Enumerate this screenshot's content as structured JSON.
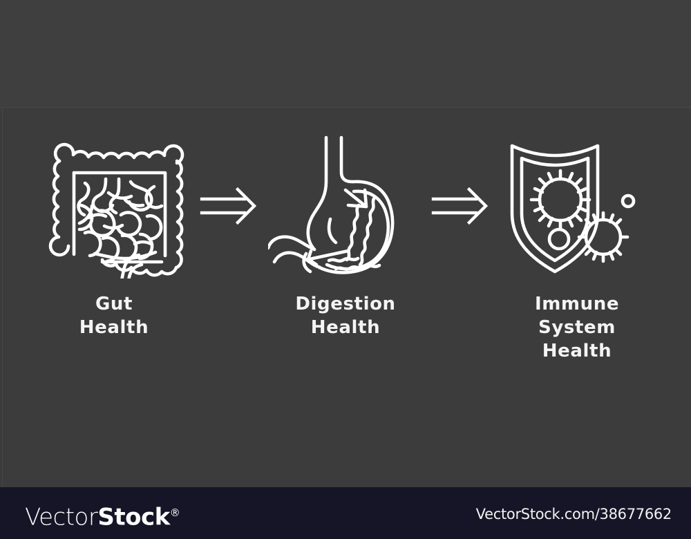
{
  "theme": {
    "background": "#3d3d3d",
    "top_band": "#3f3f3f",
    "stroke": "#ffffff",
    "label_color": "#f4f4f4",
    "footer_background": "#151527",
    "footer_text": "#ffffff"
  },
  "steps": [
    {
      "id": "gut-health",
      "icon": "intestine-icon",
      "label": "Gut\nHealth",
      "line1": "Gut",
      "line2": "Health"
    },
    {
      "id": "digestion-health",
      "icon": "stomach-icon",
      "label": "Digestion\nHealth",
      "line1": "Digestion",
      "line2": "Health"
    },
    {
      "id": "immune-system-health",
      "icon": "shield-virus-icon",
      "label": "Immune System\nHealth",
      "line1": "Immune System",
      "line2": "Health"
    }
  ],
  "connectors": [
    {
      "id": "arrow-1",
      "icon": "arrow-right-icon"
    },
    {
      "id": "arrow-2",
      "icon": "arrow-right-icon"
    }
  ],
  "footer": {
    "brand_light": "Vector",
    "brand_bold": "Stock",
    "registered_mark": "®",
    "url": "VectorStock.com/38677662"
  }
}
